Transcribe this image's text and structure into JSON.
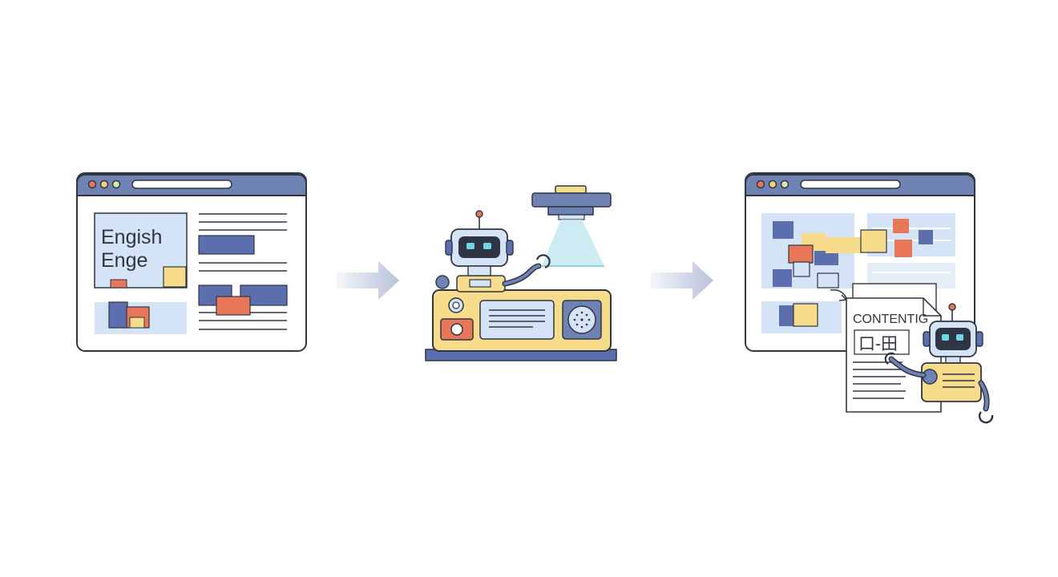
{
  "source_page": {
    "heading_line1": "Engish",
    "heading_line2": "Enge"
  },
  "output_page": {
    "document_title": "CONTENTIG",
    "document_glyphs": "口-田"
  },
  "colors": {
    "outline": "#2f3542",
    "frame": "#6e82b3",
    "blue": "#5b6fae",
    "light_blue": "#d4e3f5",
    "yellow": "#f7dc8c",
    "orange": "#e8775a",
    "dot_red": "#e8775a",
    "dot_yellow": "#f3d27a",
    "dot_green": "#d9e8a8",
    "arrow": "#b9c2da",
    "beam": "#bfe6ef",
    "robot_eye": "#6fd6e8"
  },
  "icons": {
    "arrow_1": "arrow-right-icon",
    "arrow_2": "arrow-right-icon",
    "machine": "robot-scanner-machine",
    "helper": "robot-icon"
  }
}
